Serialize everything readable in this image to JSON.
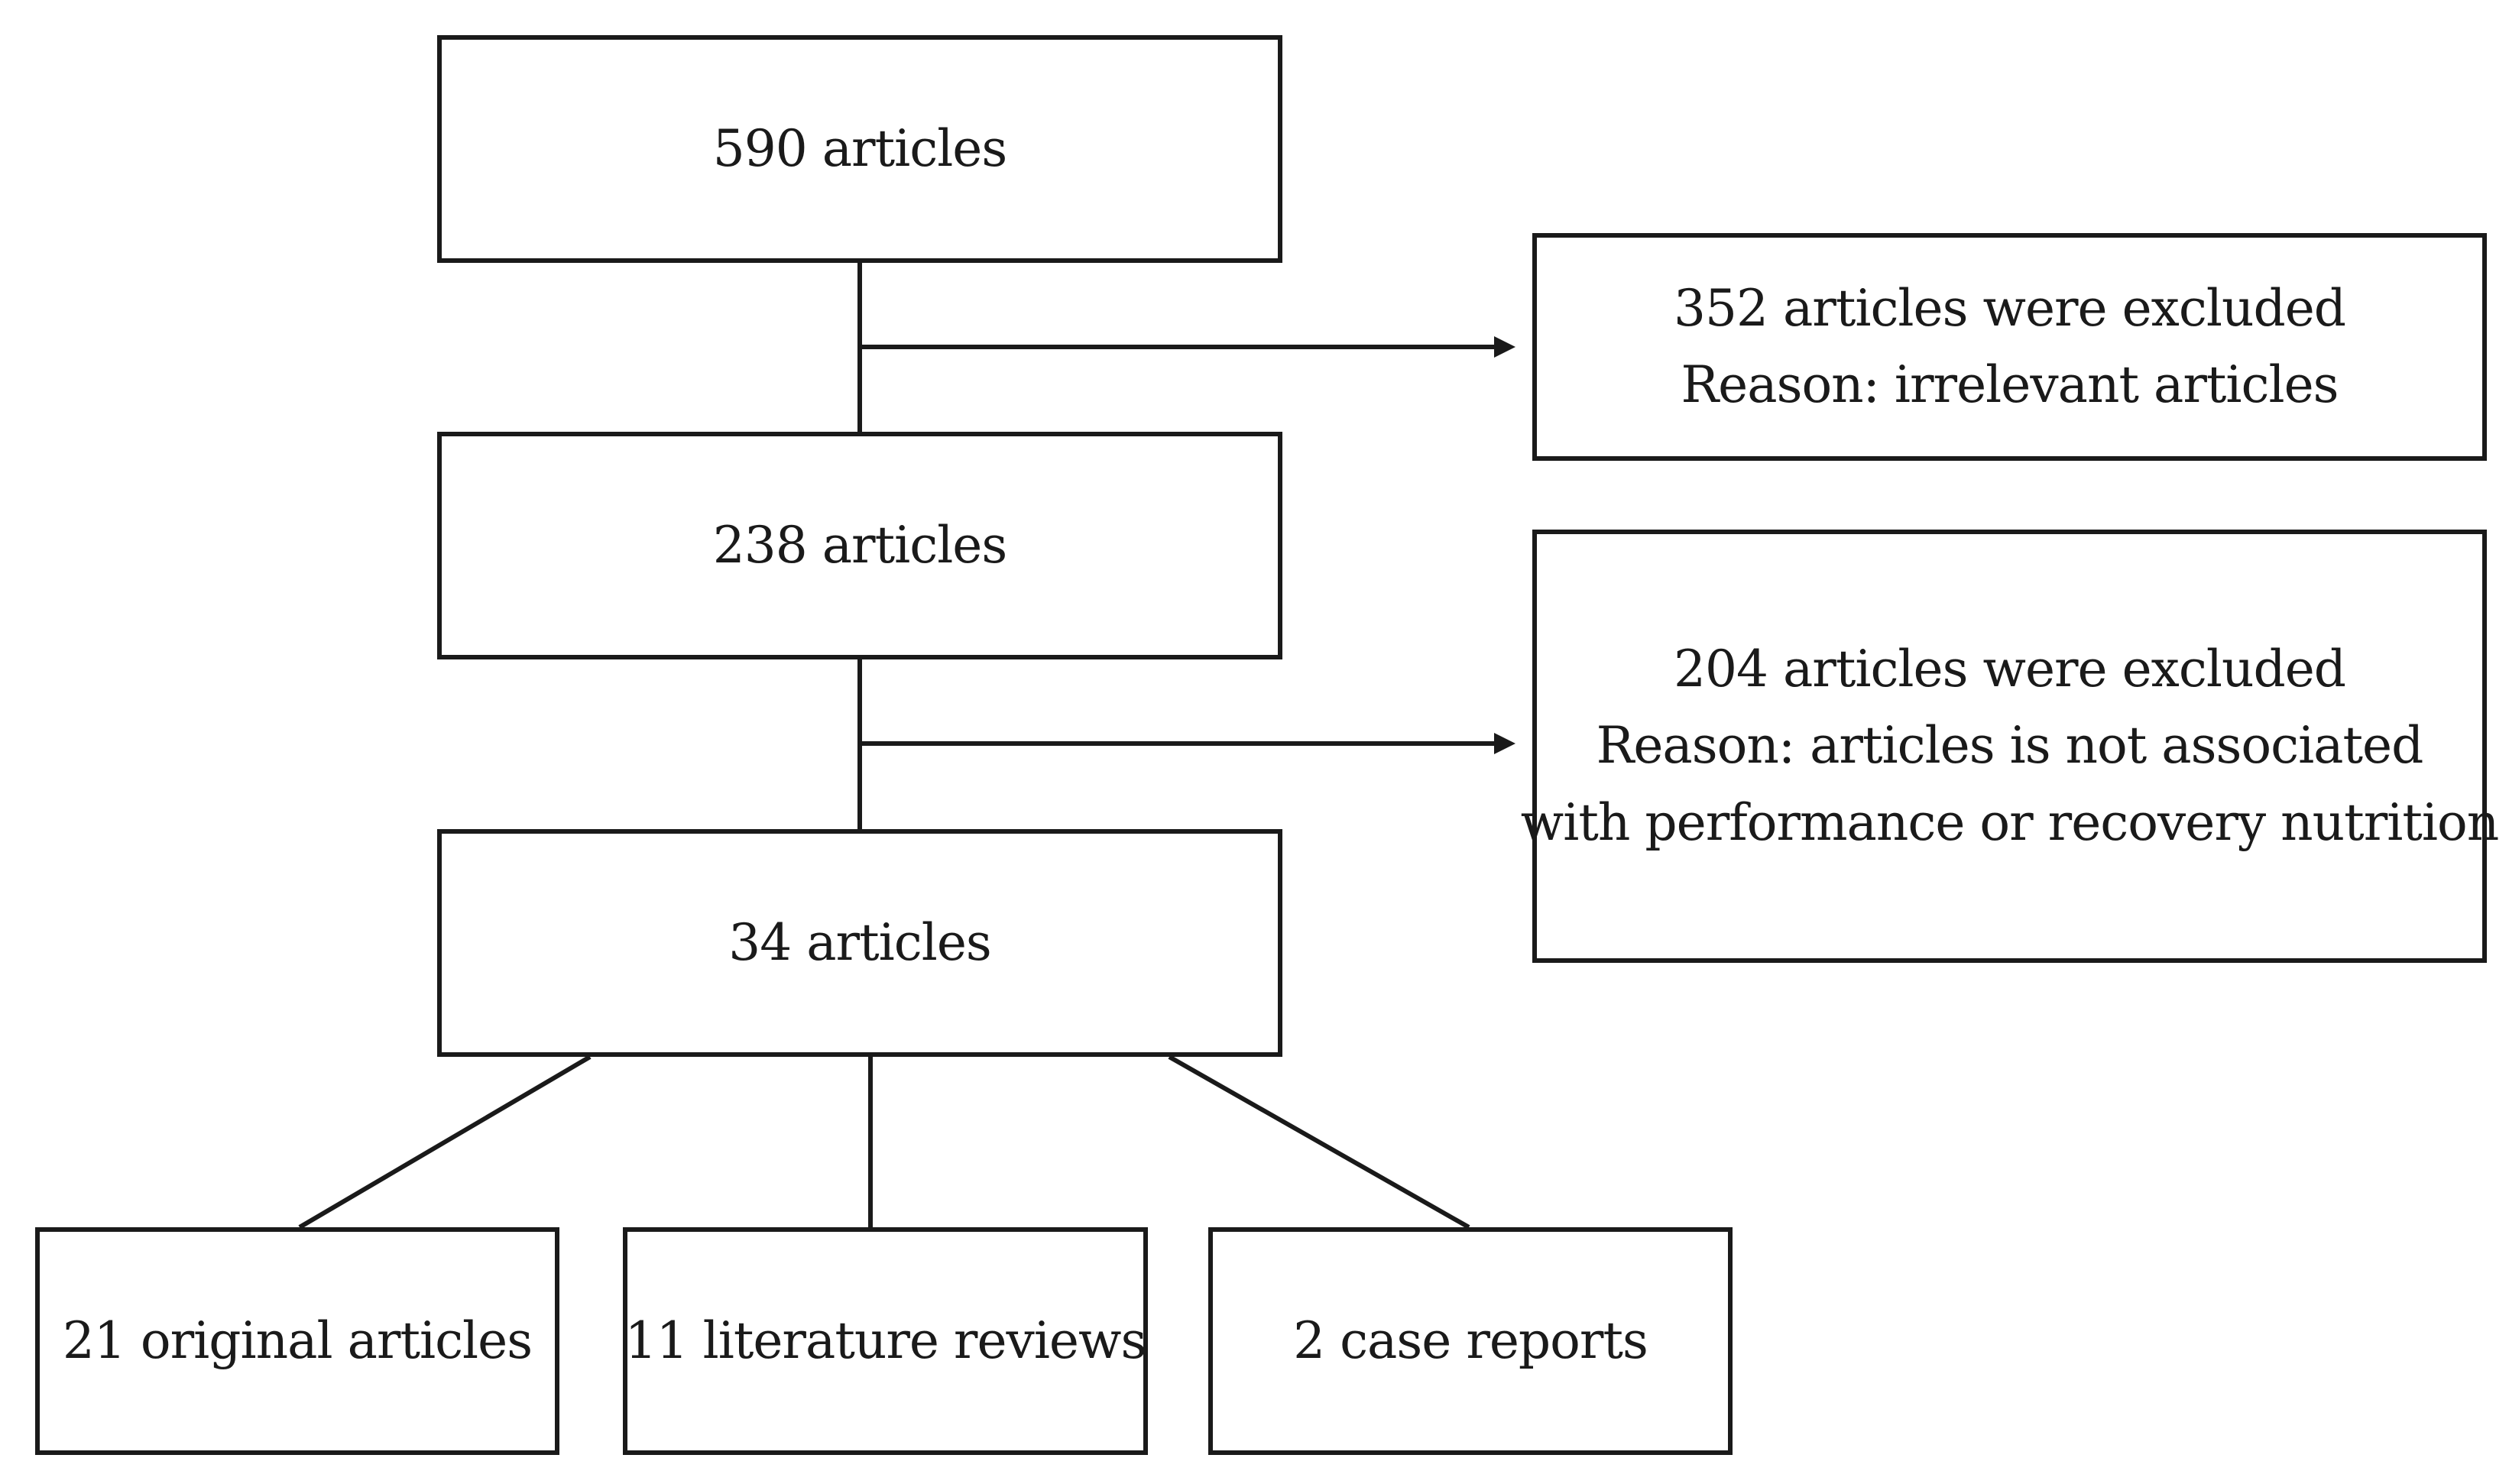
{
  "diagram": {
    "main_flow": {
      "stage1": "590 articles",
      "stage2": "238 articles",
      "stage3": "34 articles"
    },
    "exclusions": {
      "first": {
        "line1": "352 articles were excluded",
        "line2": "Reason: irrelevant articles"
      },
      "second": {
        "line1": "204 articles were excluded",
        "line2": "Reason: articles is not associated",
        "line3": "with performance or recovery nutrition"
      }
    },
    "breakdown": {
      "original": "21 original articles",
      "reviews": "11 literature reviews",
      "case_reports": "2 case reports"
    }
  },
  "colors": {
    "stroke": "#1a1a1a",
    "background": "#ffffff"
  }
}
